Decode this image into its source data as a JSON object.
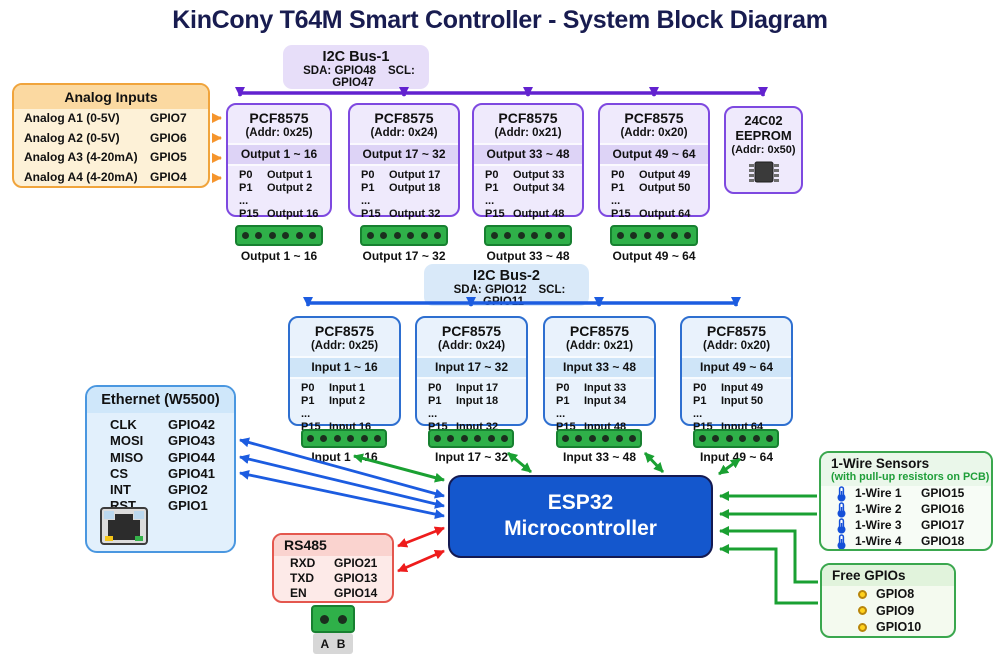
{
  "title": "KinCony T64M Smart Controller - System Block Diagram",
  "i2c_bus1": {
    "title": "I2C Bus-1",
    "sda": "SDA: GPIO48",
    "scl": "SCL: GPIO47"
  },
  "i2c_bus2": {
    "title": "I2C Bus-2",
    "sda": "SDA: GPIO12",
    "scl": "SCL: GPIO11"
  },
  "analog": {
    "title": "Analog Inputs",
    "rows": [
      {
        "label": "Analog A1 (0-5V)",
        "gpio": "GPIO7"
      },
      {
        "label": "Analog A2 (0-5V)",
        "gpio": "GPIO6"
      },
      {
        "label": "Analog A3 (4-20mA)",
        "gpio": "GPIO5"
      },
      {
        "label": "Analog A4 (4-20mA)",
        "gpio": "GPIO4"
      }
    ]
  },
  "outputs": [
    {
      "title": "PCF8575",
      "addr": "(Addr: 0x25)",
      "range": "Output 1 ~ 16",
      "pins": [
        {
          "p": "P0",
          "v": "Output 1"
        },
        {
          "p": "P1",
          "v": "Output 2"
        },
        {
          "p": "...",
          "v": ""
        },
        {
          "p": "P15",
          "v": "Output 16"
        }
      ],
      "terminal": "Output 1 ~ 16"
    },
    {
      "title": "PCF8575",
      "addr": "(Addr: 0x24)",
      "range": "Output 17 ~ 32",
      "pins": [
        {
          "p": "P0",
          "v": "Output 17"
        },
        {
          "p": "P1",
          "v": "Output 18"
        },
        {
          "p": "...",
          "v": ""
        },
        {
          "p": "P15",
          "v": "Output 32"
        }
      ],
      "terminal": "Output 17 ~ 32"
    },
    {
      "title": "PCF8575",
      "addr": "(Addr: 0x21)",
      "range": "Output 33 ~ 48",
      "pins": [
        {
          "p": "P0",
          "v": "Output 33"
        },
        {
          "p": "P1",
          "v": "Output 34"
        },
        {
          "p": "...",
          "v": ""
        },
        {
          "p": "P15",
          "v": "Output 48"
        }
      ],
      "terminal": "Output 33 ~ 48"
    },
    {
      "title": "PCF8575",
      "addr": "(Addr: 0x20)",
      "range": "Output 49 ~ 64",
      "pins": [
        {
          "p": "P0",
          "v": "Output 49"
        },
        {
          "p": "P1",
          "v": "Output 50"
        },
        {
          "p": "...",
          "v": ""
        },
        {
          "p": "P15",
          "v": "Output 64"
        }
      ],
      "terminal": "Output 49 ~ 64"
    }
  ],
  "eeprom": {
    "line1": "24C02",
    "line2": "EEPROM",
    "addr": "(Addr: 0x50)"
  },
  "inputs": [
    {
      "title": "PCF8575",
      "addr": "(Addr: 0x25)",
      "range": "Input 1 ~ 16",
      "pins": [
        {
          "p": "P0",
          "v": "Input 1"
        },
        {
          "p": "P1",
          "v": "Input 2"
        },
        {
          "p": "...",
          "v": ""
        },
        {
          "p": "P15",
          "v": "Input 16"
        }
      ],
      "terminal": "Input 1 ~ 16"
    },
    {
      "title": "PCF8575",
      "addr": "(Addr: 0x24)",
      "range": "Input 17 ~ 32",
      "pins": [
        {
          "p": "P0",
          "v": "Input 17"
        },
        {
          "p": "P1",
          "v": "Input 18"
        },
        {
          "p": "...",
          "v": ""
        },
        {
          "p": "P15",
          "v": "Input 32"
        }
      ],
      "terminal": "Input 17 ~ 32"
    },
    {
      "title": "PCF8575",
      "addr": "(Addr: 0x21)",
      "range": "Input 33 ~ 48",
      "pins": [
        {
          "p": "P0",
          "v": "Input 33"
        },
        {
          "p": "P1",
          "v": "Input 34"
        },
        {
          "p": "...",
          "v": ""
        },
        {
          "p": "P15",
          "v": "Input 48"
        }
      ],
      "terminal": "Input 33 ~ 48"
    },
    {
      "title": "PCF8575",
      "addr": "(Addr: 0x20)",
      "range": "Input 49 ~ 64",
      "pins": [
        {
          "p": "P0",
          "v": "Input 49"
        },
        {
          "p": "P1",
          "v": "Input 50"
        },
        {
          "p": "...",
          "v": ""
        },
        {
          "p": "P15",
          "v": "Input 64"
        }
      ],
      "terminal": "Input 49 ~ 64"
    }
  ],
  "ethernet": {
    "title": "Ethernet (W5500)",
    "rows": [
      {
        "label": "CLK",
        "gpio": "GPIO42"
      },
      {
        "label": "MOSI",
        "gpio": "GPIO43"
      },
      {
        "label": "MISO",
        "gpio": "GPIO44"
      },
      {
        "label": "CS",
        "gpio": "GPIO41"
      },
      {
        "label": "INT",
        "gpio": "GPIO2"
      },
      {
        "label": "RST",
        "gpio": "GPIO1"
      }
    ]
  },
  "esp32": {
    "line1": "ESP32",
    "line2": "Microcontroller"
  },
  "rs485": {
    "title": "RS485",
    "rows": [
      {
        "label": "RXD",
        "gpio": "GPIO21"
      },
      {
        "label": "TXD",
        "gpio": "GPIO13"
      },
      {
        "label": "EN",
        "gpio": "GPIO14"
      }
    ],
    "term_a": "A",
    "term_b": "B"
  },
  "onewire": {
    "title": "1-Wire Sensors",
    "subtitle": "(with pull-up resistors on PCB)",
    "rows": [
      {
        "label": "1-Wire 1",
        "gpio": "GPIO15"
      },
      {
        "label": "1-Wire 2",
        "gpio": "GPIO16"
      },
      {
        "label": "1-Wire 3",
        "gpio": "GPIO17"
      },
      {
        "label": "1-Wire 4",
        "gpio": "GPIO18"
      }
    ]
  },
  "free_gpio": {
    "title": "Free GPIOs",
    "rows": [
      {
        "gpio": "GPIO8"
      },
      {
        "gpio": "GPIO9"
      },
      {
        "gpio": "GPIO10"
      }
    ]
  },
  "colors": {
    "title_navy": "#181c50",
    "purple_bus": "#6222cf",
    "blue_bus": "#1c5ce0",
    "green_wire": "#1aa032",
    "red_wire": "#ee1c1c",
    "orange_wire": "#f5952d",
    "esp32_fill": "#1457cd",
    "terminal_green": "#2fb049"
  },
  "icons": {
    "eeprom_chip": "chip-icon",
    "ethernet_jack": "rj45-icon",
    "onewire_sensor": "thermometer-icon",
    "free_gpio_pin": "gpio-dot-icon",
    "terminal_pin": "pin-dot-icon"
  }
}
